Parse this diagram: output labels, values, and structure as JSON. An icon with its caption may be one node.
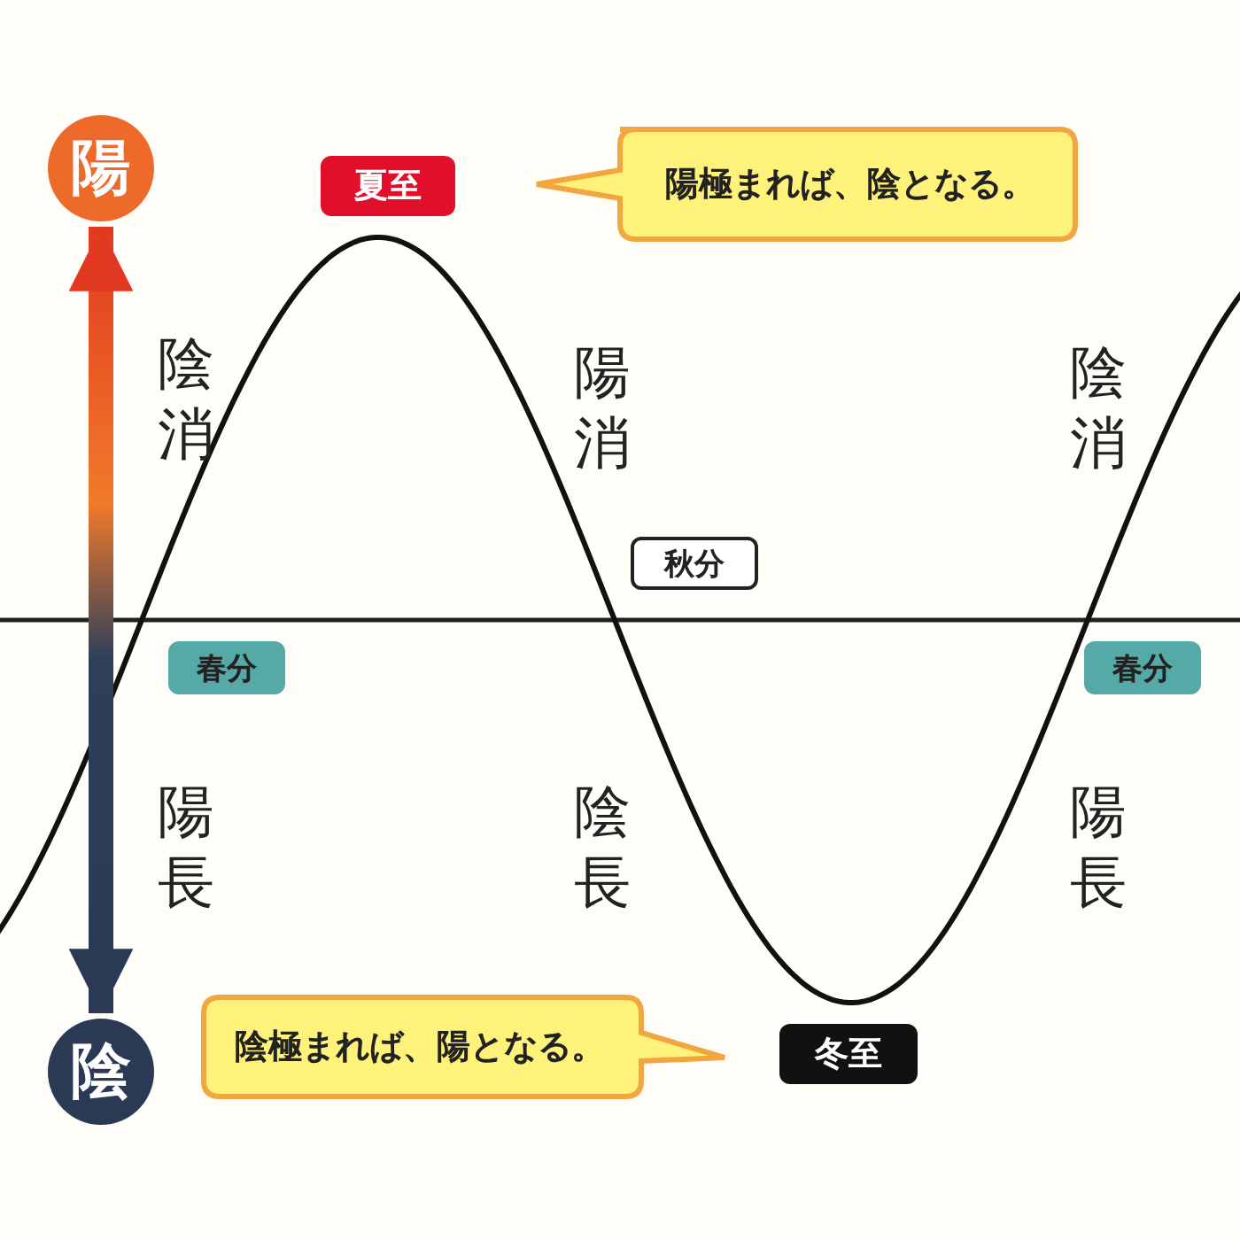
{
  "diagram": {
    "nodes": [
      {
        "text": [
          "陽"
        ]
      },
      {
        "text": [
          "夏至"
        ]
      },
      {
        "text": [
          "陽極まれば、陰となる。"
        ]
      },
      {
        "text": [
          "秋分"
        ]
      },
      {
        "text": [
          "春分"
        ]
      },
      {
        "text": [
          "春分"
        ]
      },
      {
        "text": [
          "陰"
        ]
      },
      {
        "text": [
          "陰極まれば、陽となる。"
        ]
      },
      {
        "text": [
          "冬至"
        ]
      }
    ],
    "edges": [
      {
        "from": 0,
        "to": 6,
        "arrow": "both"
      }
    ],
    "labels": [
      "陰消",
      "陽消",
      "陰消",
      "陽長",
      "陰長",
      "陽長"
    ]
  }
}
